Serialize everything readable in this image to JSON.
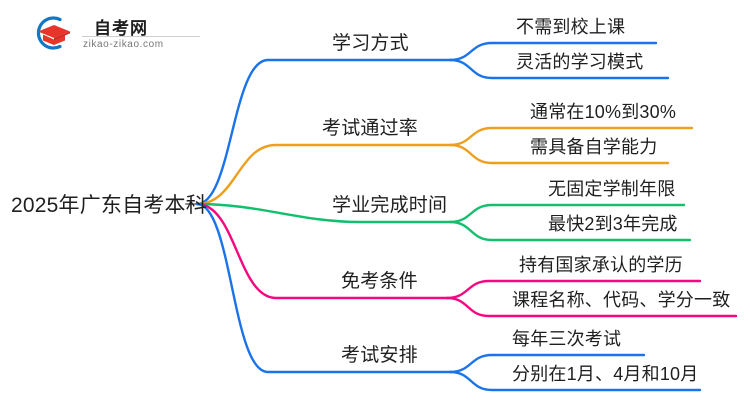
{
  "logo": {
    "title": "自考网",
    "domain": "zikao-zikao.com",
    "mark_icon": "graduation-cap-icon",
    "arc_color": "#1077c6",
    "cap_color": "#e8352b"
  },
  "mindmap": {
    "root": {
      "label": "2025年广东自考本科"
    },
    "branches": [
      {
        "label": "学习方式",
        "color": "#1a73e8",
        "children": [
          {
            "label": "不需到校上课"
          },
          {
            "label": "灵活的学习模式"
          }
        ]
      },
      {
        "label": "考试通过率",
        "color": "#eda01e",
        "children": [
          {
            "label": "通常在10%到30%"
          },
          {
            "label": "需具备自学能力"
          }
        ]
      },
      {
        "label": "学业完成时间",
        "color": "#13bf6d",
        "children": [
          {
            "label": "无固定学制年限"
          },
          {
            "label": "最快2到3年完成"
          }
        ]
      },
      {
        "label": "免考条件",
        "color": "#f5077f",
        "children": [
          {
            "label": "持有国家承认的学历"
          },
          {
            "label": "课程名称、代码、学分一致"
          }
        ]
      },
      {
        "label": "考试安排",
        "color": "#1a73e8",
        "children": [
          {
            "label": "每年三次考试"
          },
          {
            "label": "分别在1月、4月和10月"
          }
        ]
      }
    ]
  }
}
